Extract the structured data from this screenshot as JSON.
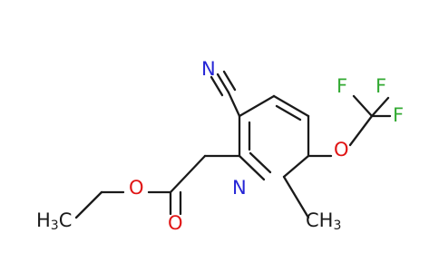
{
  "molecule": {
    "atoms": {
      "nitrile_n": "N",
      "ether_o": "O",
      "f_left": "F",
      "f_right": "F",
      "f_bottom": "F",
      "ester_o": "O",
      "carbonyl_o": "O",
      "ring_n": "N",
      "methyl_c": "CH",
      "methyl_h": "3",
      "ethyl_c": "H",
      "ethyl_sub": "3",
      "ethyl_c2": "C"
    }
  },
  "colors": {
    "bond": "#1a1a1a",
    "nitrogen": "#2525d6",
    "oxygen": "#e01414",
    "fluorine": "#33aa33",
    "carbon": "#1a1a1a"
  }
}
